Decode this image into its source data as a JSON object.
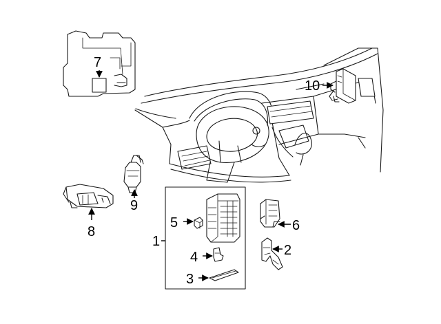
{
  "callouts": {
    "c1": "1",
    "c2": "2",
    "c3": "3",
    "c4": "4",
    "c5": "5",
    "c6": "6",
    "c7": "7",
    "c8": "8",
    "c9": "9",
    "c10": "10"
  },
  "icons": {
    "arrow": "arrow-icon"
  }
}
